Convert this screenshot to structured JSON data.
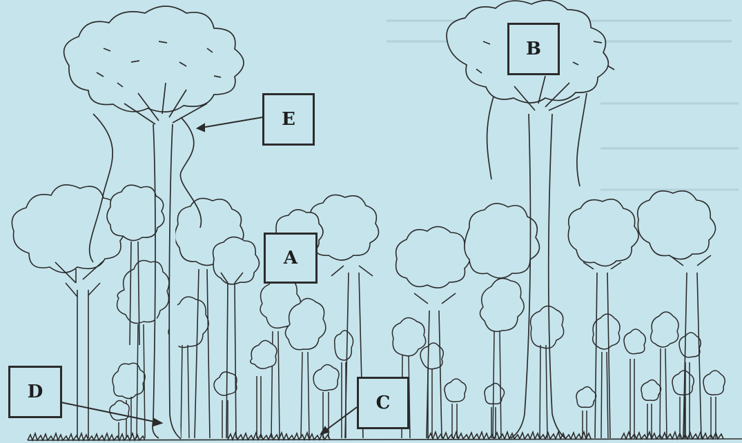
{
  "diagram": {
    "labels": {
      "a": "A",
      "b": "B",
      "c": "C",
      "d": "D",
      "e": "E"
    }
  },
  "colors": {
    "background": "#c6e4ec",
    "ink": "#2b2b2b",
    "faint_text": "#93b4bd"
  }
}
